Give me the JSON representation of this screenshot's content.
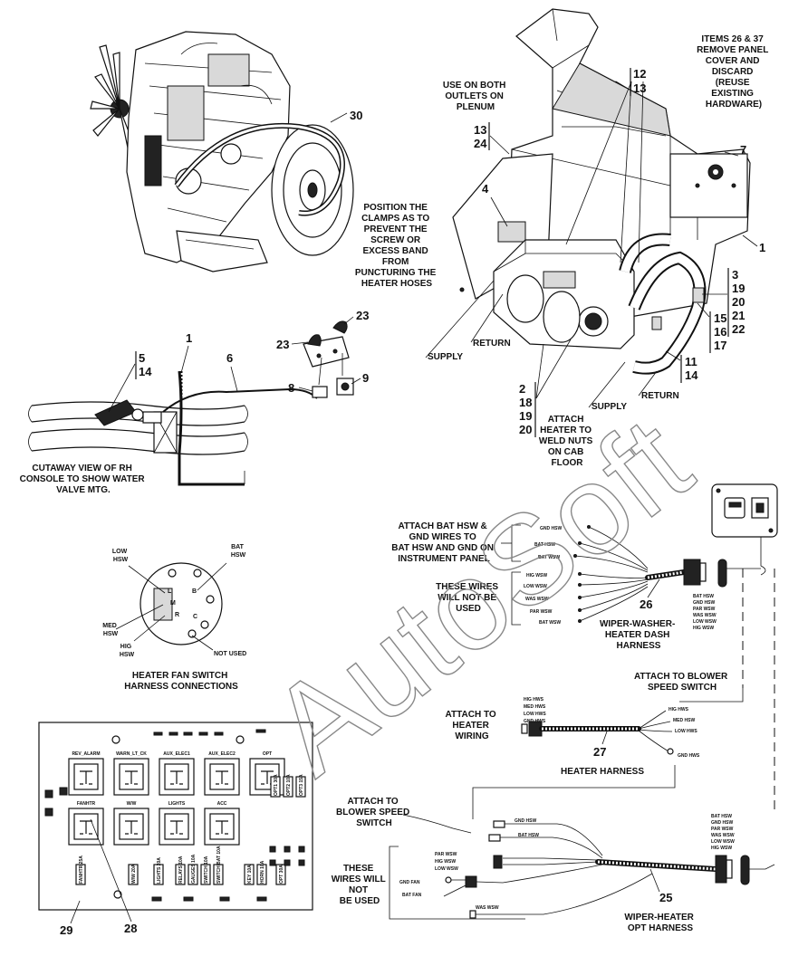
{
  "engine": {
    "callout_30": "30"
  },
  "plenum": {
    "use_on_both": [
      "USE ON BOTH",
      "OUTLETS ON",
      "PLENUM"
    ],
    "items_26_37": [
      "ITEMS 26 & 37",
      "REMOVE PANEL",
      "COVER AND",
      "DISCARD",
      "(REUSE",
      "EXISTING",
      "HARDWARE)"
    ],
    "position_clamps": [
      "POSITION THE",
      "CLAMPS AS TO",
      "PREVENT THE",
      "SCREW OR",
      "EXCESS BAND",
      "FROM",
      "PUNCTURING THE",
      "HEATER HOSES"
    ],
    "attach_heater": [
      "ATTACH",
      "HEATER TO",
      "WELD NUTS",
      "ON CAB",
      "FLOOR"
    ],
    "return_left": "RETURN",
    "supply_left": "SUPPLY",
    "supply_right": "SUPPLY",
    "return_right": "RETURN",
    "c12": "12",
    "c13a": "13",
    "c13b": "13",
    "c24": "24",
    "c4": "4",
    "c7": "7",
    "c1": "1",
    "c3": "3",
    "c19a": "19",
    "c20a": "20",
    "c21": "21",
    "c22": "22",
    "c15": "15",
    "c16": "16",
    "c17": "17",
    "c11": "11",
    "c14a": "14",
    "c2": "2",
    "c18": "18",
    "c19b": "19",
    "c20b": "20"
  },
  "cutaway": {
    "caption": [
      "CUTAWAY VIEW OF RH",
      "CONSOLE TO SHOW WATER",
      "VALVE MTG."
    ],
    "c5": "5",
    "c14": "14",
    "c1": "1",
    "c6": "6",
    "c8": "8",
    "c9": "9",
    "c23a": "23",
    "c23b": "23"
  },
  "fan_switch": {
    "caption": [
      "HEATER FAN SWITCH",
      "HARNESS CONNECTIONS"
    ],
    "low": [
      "LOW",
      "HSW"
    ],
    "bat": [
      "BAT",
      "HSW"
    ],
    "med": [
      "MED",
      "HSW"
    ],
    "hig": [
      "HIG",
      "HSW"
    ],
    "not_used": "NOT USED",
    "pins": [
      "L",
      "B",
      "M",
      "R",
      "C"
    ]
  },
  "harness26": {
    "attach_note": [
      "ATTACH BAT HSW &",
      "GND WIRES TO",
      "BAT HSW AND GND ON",
      "INSTRUMENT PANEL"
    ],
    "not_used": [
      "THESE WIRES",
      "WILL NOT BE",
      "USED"
    ],
    "top_wires": [
      "GND HSW",
      "BAT HSW",
      "BAT WSW"
    ],
    "bottom_wires": [
      "HIG WSW",
      "LOW WSW",
      "WAS WSW",
      "PAR WSW",
      "BAT WSW"
    ],
    "connector_wires": [
      "BAT HSW",
      "GND HSW",
      "PAR WSW",
      "WAS WSW",
      "LOW WSW",
      "HIG WSW"
    ],
    "number": "26",
    "caption": [
      "WIPER-WASHER-",
      "HEATER DASH",
      "HARNESS"
    ]
  },
  "harness27": {
    "attach_blower": [
      "ATTACH TO BLOWER",
      "SPEED SWITCH"
    ],
    "attach_heater": [
      "ATTACH TO",
      "HEATER",
      "WIRING"
    ],
    "left_wires": [
      "HIG HWS",
      "MED HWS",
      "LOW HWS",
      "GND HWS"
    ],
    "right_wires": [
      "HIG HWS",
      "MED HSW",
      "LOW HWS",
      "GND HWS"
    ],
    "number": "27",
    "caption": "HEATER HARNESS"
  },
  "harness25": {
    "attach_blower": [
      "ATTACH TO",
      "BLOWER SPEED",
      "SWITCH"
    ],
    "not_used": [
      "THESE",
      "WIRES WILL",
      "NOT",
      "BE USED"
    ],
    "top_wires": [
      "GND HSW",
      "BAT HSW"
    ],
    "left_wires": [
      "PAR WSW",
      "HIG WSW",
      "LOW WSW"
    ],
    "fan_wires": [
      "GND FAN",
      "BAT FAN"
    ],
    "was": "WAS WSW",
    "connector_wires": [
      "BAT HSW",
      "GND HSW",
      "PAR WSW",
      "WAS WSW",
      "LOW WSW",
      "HIG WSW"
    ],
    "number": "25",
    "caption": [
      "WIPER-HEATER",
      "OPT HARNESS"
    ]
  },
  "relay_panel": {
    "relays_top": [
      "REV_ALARM",
      "WARN_LT_CK",
      "AUX_ELEC1",
      "AUX_ELEC2",
      "OPT"
    ],
    "relays_bottom": [
      "FANHTR",
      "W/W",
      "LIGHTS",
      "ACC"
    ],
    "fuses_bottom": [
      "FANHTR 25A",
      "W/W 20A",
      "LIGHTS 20A",
      "RELAYS 10A",
      "GAUGES 10A",
      "SWITCH 10A",
      "SWITCH BAT 10A",
      "KEY 10A",
      "HORN 10A",
      "OPT 30A"
    ],
    "fuses_side": [
      "OPT1 30A",
      "OPT2 10A",
      "OPT3 15A"
    ],
    "c29": "29",
    "c28": "28"
  },
  "watermark": "AutoSoft"
}
